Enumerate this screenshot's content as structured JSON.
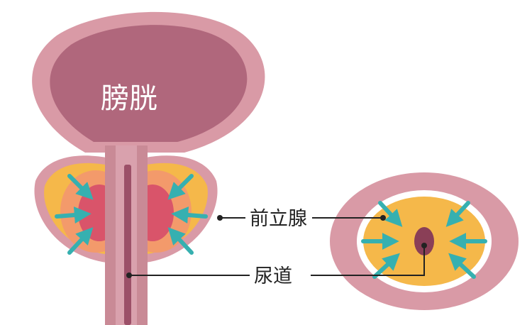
{
  "labels": {
    "bladder": "膀胱",
    "prostate": "前立腺",
    "urethra": "尿道"
  },
  "colors": {
    "bladder_outer": "#d99aa6",
    "bladder_inner": "#b0677c",
    "urethra_wall": "#c98a96",
    "urethra_lumen": "#9c5068",
    "prostate_yellow": "#f5b84a",
    "prostate_orange": "#f39a6b",
    "prostate_red": "#d9546a",
    "arrow": "#36b0b0",
    "leader_line": "#222222",
    "cross_section_ring": "#d99aa6",
    "cross_section_white": "#ffffff",
    "cross_section_core": "#f5b84a",
    "cross_section_lumen": "#8a3f57"
  },
  "icons": {
    "arrow": "compression-arrow-icon"
  }
}
